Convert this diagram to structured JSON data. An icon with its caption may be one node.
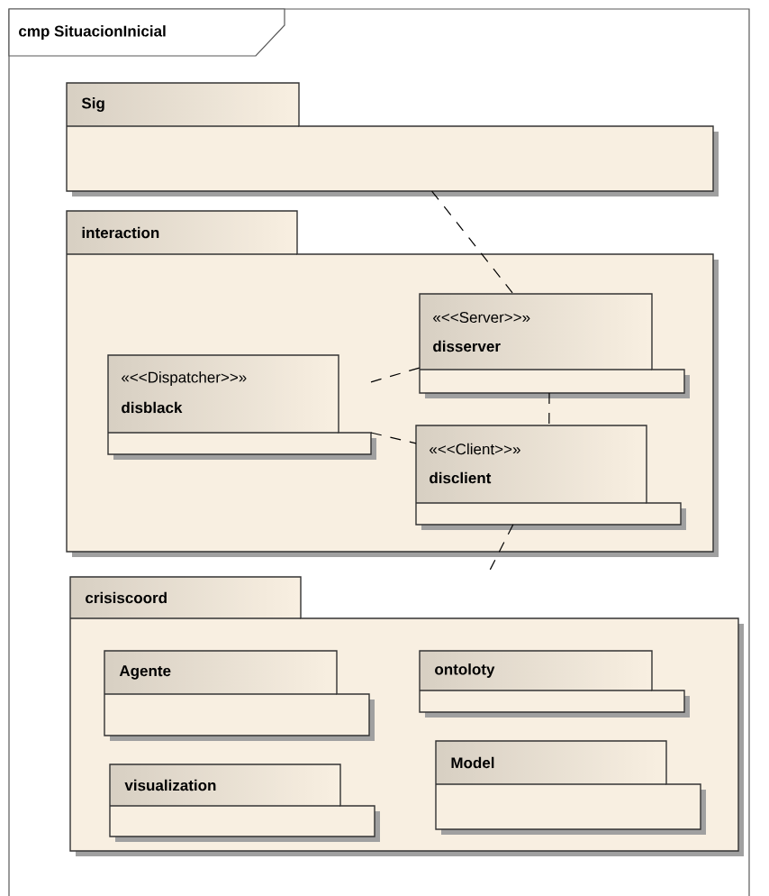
{
  "diagram": {
    "title": "cmp SituacionInicial",
    "nodes": [
      {
        "text": [
          "Sig"
        ]
      },
      {
        "text": [
          "interaction"
        ]
      },
      {
        "text": [
          "«<<Server>>»",
          "disserver"
        ],
        "in": 1
      },
      {
        "text": [
          "«<<Dispatcher>>»",
          "disblack"
        ],
        "in": 1
      },
      {
        "text": [
          "«<<Client>>»",
          "disclient"
        ],
        "in": 1
      },
      {
        "text": [
          "crisiscoord"
        ]
      },
      {
        "text": [
          "Agente"
        ],
        "in": 5
      },
      {
        "text": [
          "ontoloty"
        ],
        "in": 5
      },
      {
        "text": [
          "visualization"
        ],
        "in": 5
      },
      {
        "text": [
          "Model"
        ],
        "in": 5
      }
    ],
    "edges": [
      {
        "from": 0,
        "to": 2,
        "arrow": "none",
        "style": "dashed"
      },
      {
        "from": 3,
        "to": 2,
        "arrow": "none",
        "style": "dashed"
      },
      {
        "from": 3,
        "to": 4,
        "arrow": "none",
        "style": "dashed"
      },
      {
        "from": 2,
        "to": 4,
        "arrow": "none",
        "style": "dashed"
      },
      {
        "from": 4,
        "to": 5,
        "arrow": "none",
        "style": "dashed"
      }
    ]
  }
}
